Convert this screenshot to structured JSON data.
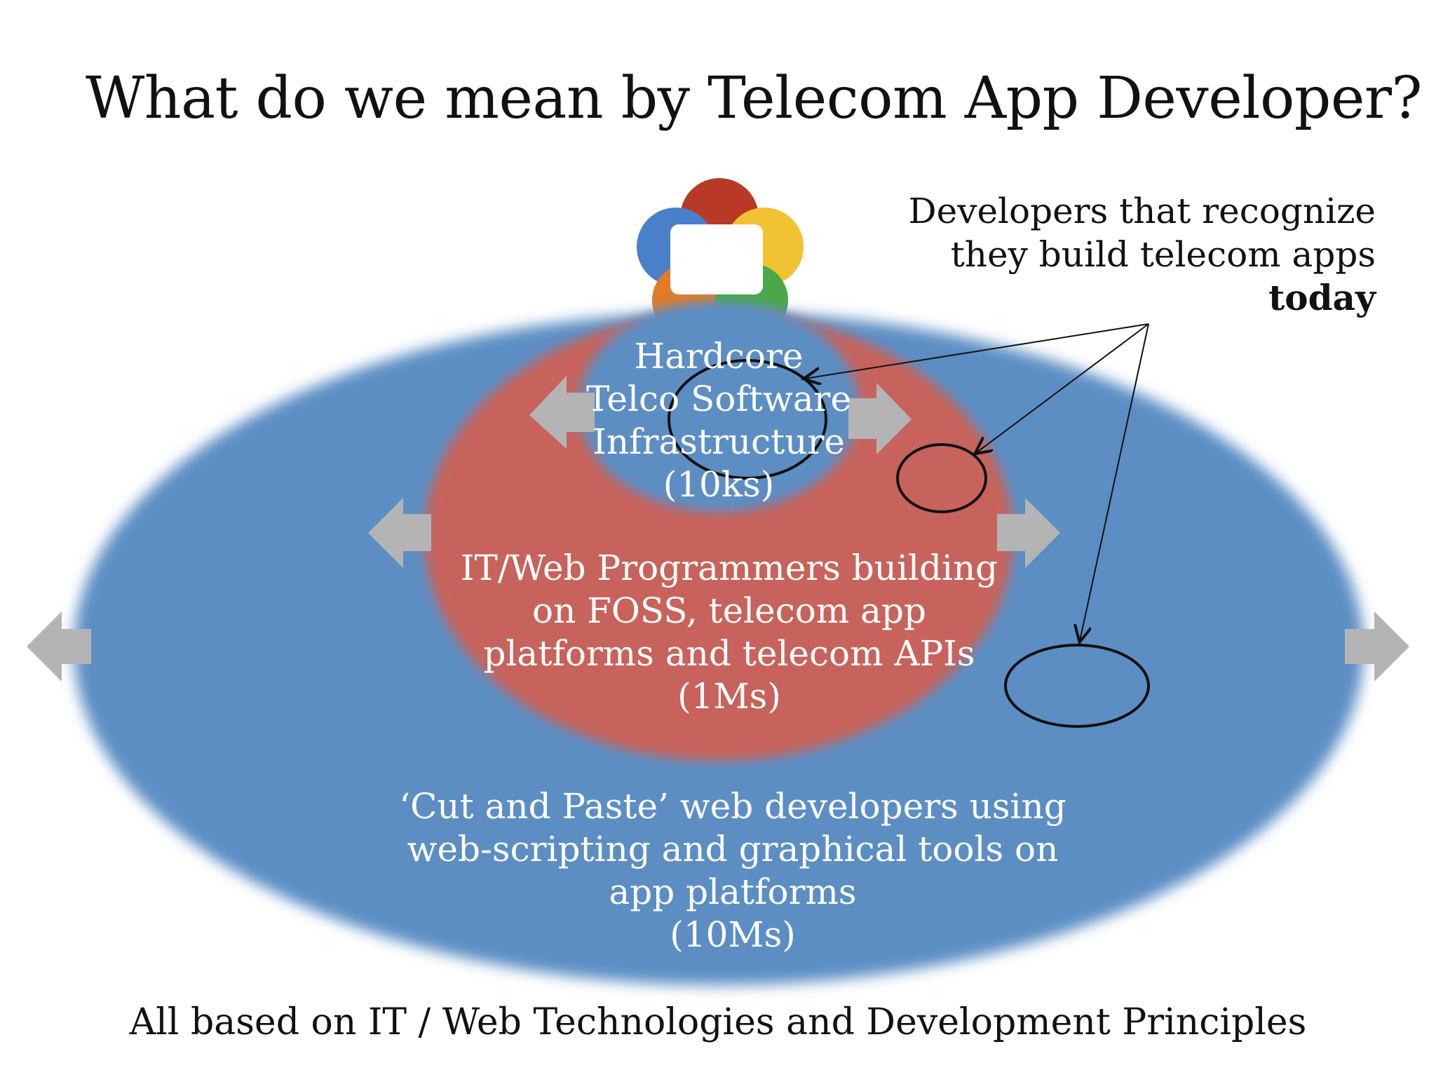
{
  "title": "What do we mean by Telecom App Developer?",
  "callout": {
    "line1": "Developers that recognize",
    "line2": "they build telecom apps",
    "emphasis": "today"
  },
  "circles": {
    "inner": {
      "lines": [
        "Hardcore",
        "Telco Software",
        "Infrastructure",
        "(10ks)"
      ],
      "color": "#5b8ec4"
    },
    "middle": {
      "lines": [
        "IT/Web Programmers building",
        "on FOSS, telecom app",
        "platforms and telecom APIs",
        "(1Ms)"
      ],
      "color": "#c7645c"
    },
    "outer": {
      "lines": [
        "‘Cut and Paste’ web developers using",
        "web-scripting and graphical tools on",
        "app platforms",
        "(10Ms)"
      ],
      "color": "#5b8ec4"
    }
  },
  "footer": "All based on IT / Web Technologies and Development Principles",
  "colors": {
    "arrow_gray": "#b4b4b4",
    "logo_red": "#b83a26",
    "logo_yellow": "#f1c232",
    "logo_blue": "#4a7fc9",
    "logo_green": "#4aa84a",
    "logo_orange": "#e07b2b"
  }
}
